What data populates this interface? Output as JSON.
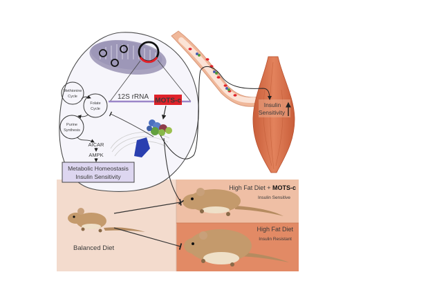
{
  "diagram": {
    "cell": {
      "mitochondrion": "mitochondrion",
      "rrna_label": "12S rRNA",
      "peptide_label": "MOTS-c",
      "cycles": [
        {
          "line1": "Methionine",
          "line2": "Cycle"
        },
        {
          "line1": "Folate",
          "line2": "Cycle"
        },
        {
          "line1": "Purine",
          "line2": "Synthesis"
        }
      ],
      "pathway": [
        "AICAR",
        "AMPK"
      ],
      "outcome_box": {
        "line1": "Metabolic Homeostasis",
        "line2": "Insulin Sensitivity"
      }
    },
    "muscle": {
      "label_line1": "Insulin",
      "label_line2": "Sensitivity",
      "arrow": "up-arrow"
    },
    "mice_panel": {
      "balanced": {
        "label": "Balanced Diet"
      },
      "hfd_motsc": {
        "title_prefix": "High Fat Diet + ",
        "title_bold": "MOTS-c",
        "subtitle": "Insulin Sensitive"
      },
      "hfd": {
        "title": "High Fat Diet",
        "subtitle": "Insulin Resistant"
      }
    },
    "colors": {
      "panel_left": "#f3dbcd",
      "panel_top_right": "#efbfa5",
      "panel_bottom_right": "#e28a65",
      "mots_c_red": "#e0222a",
      "rrna_line": "#9b86c9",
      "box_fill": "#ddd6f0",
      "cell_fill": "#f6f5fb",
      "mito_fill": "#a8a2bf",
      "muscle": "#d9734e",
      "mouse": "#c49a6c"
    }
  }
}
